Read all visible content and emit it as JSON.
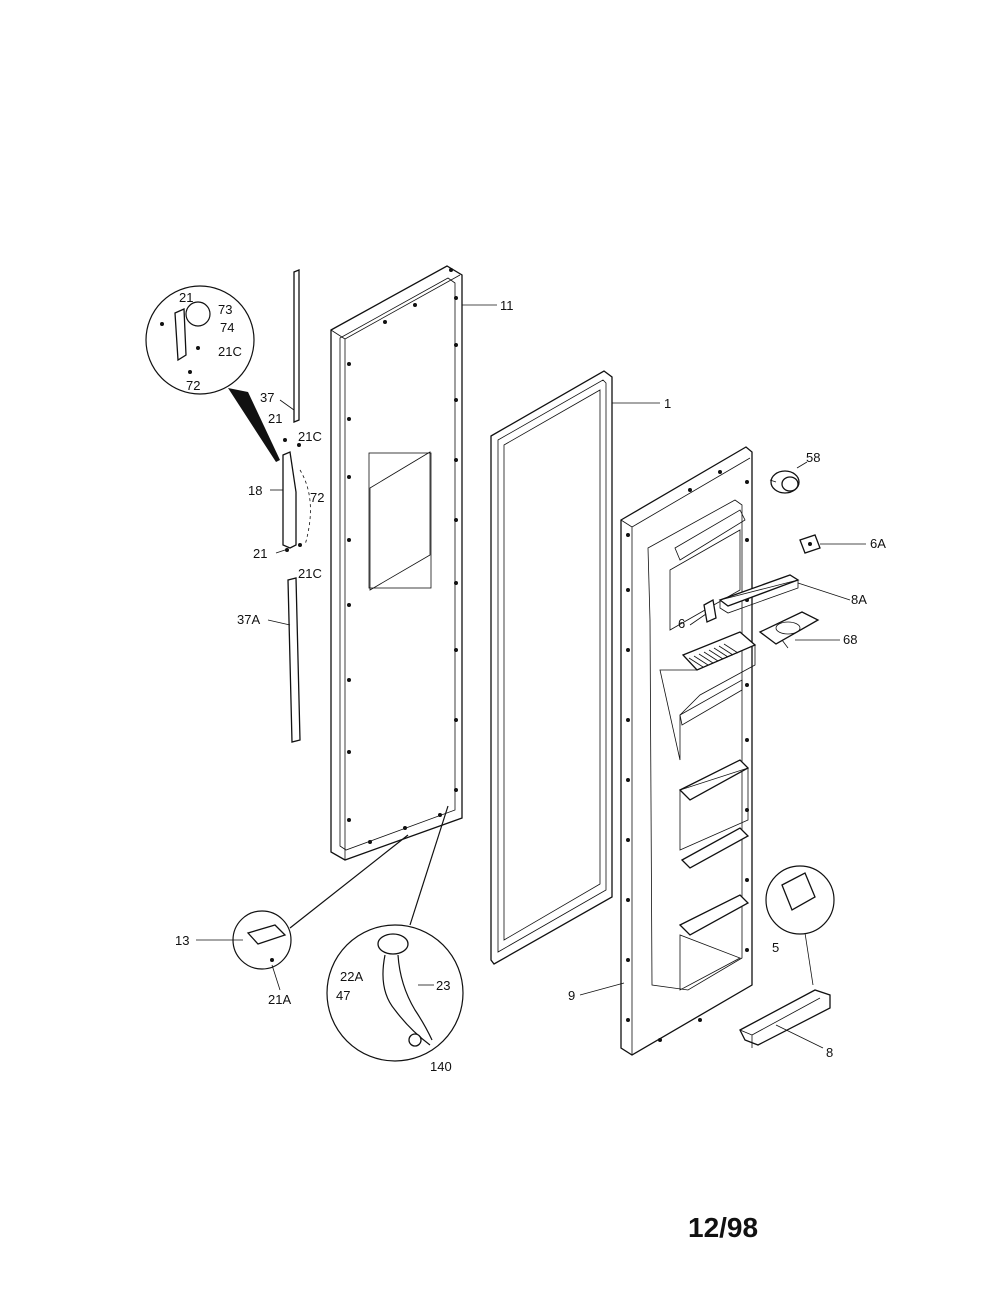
{
  "labels": {
    "l11": "11",
    "l1": "1",
    "l58": "58",
    "l6a": "6A",
    "l8a": "8A",
    "l6": "6",
    "l68": "68",
    "l21_inset": "21",
    "l73": "73",
    "l74": "74",
    "l21c_inset": "21C",
    "l72_inset": "72",
    "l37": "37",
    "l21_top": "21",
    "l21c_top": "21C",
    "l18": "18",
    "l72": "72",
    "l21_bot": "21",
    "l21c_bot": "21C",
    "l37a": "37A",
    "l13": "13",
    "l21a": "21A",
    "l22a": "22A",
    "l23": "23",
    "l47": "47",
    "l140": "140",
    "l9": "9",
    "l5": "5",
    "l8": "8"
  },
  "date_code": "12/98"
}
